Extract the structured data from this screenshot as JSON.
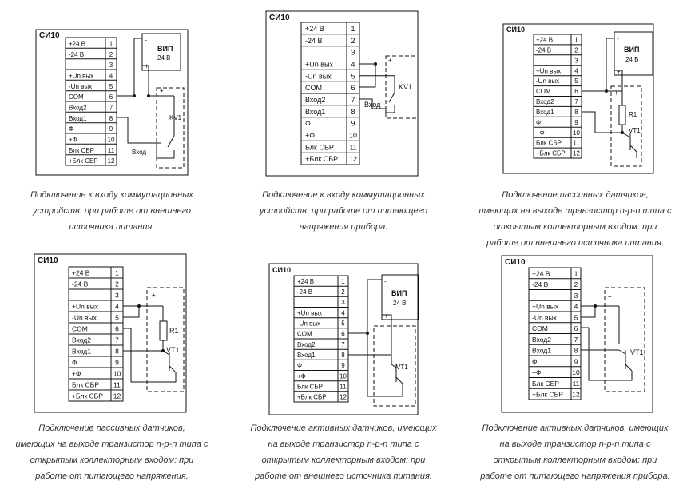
{
  "diagrams": [
    {
      "device": "СИ10",
      "terminals": [
        {
          "label": "+24 В",
          "num": "1"
        },
        {
          "label": "-24 В",
          "num": "2"
        },
        {
          "label": "",
          "num": "3"
        },
        {
          "label": "+Un вых",
          "num": "4"
        },
        {
          "label": "-Un вых",
          "num": "5"
        },
        {
          "label": "COM",
          "num": "6"
        },
        {
          "label": "Вход2",
          "num": "7"
        },
        {
          "label": "Вход1",
          "num": "8"
        },
        {
          "label": "Ф",
          "num": "9"
        },
        {
          "label": "+Ф",
          "num": "10"
        },
        {
          "label": "Блк СБР",
          "num": "11"
        },
        {
          "label": "+Блк СБР",
          "num": "12"
        }
      ],
      "supply_title": "ВИП",
      "supply_voltage": "24 В",
      "element_label": "KV1",
      "input_label": "Вход",
      "caption": [
        "Подключение к входу коммутационных",
        "устройств: при работе от внешнего",
        "источника питания."
      ]
    },
    {
      "device": "СИ10",
      "terminals": [
        {
          "label": "+24 В",
          "num": "1"
        },
        {
          "label": "-24 В",
          "num": "2"
        },
        {
          "label": "",
          "num": "3"
        },
        {
          "label": "+Un вых",
          "num": "4"
        },
        {
          "label": "-Un вых",
          "num": "5"
        },
        {
          "label": "COM",
          "num": "6"
        },
        {
          "label": "Вход2",
          "num": "7"
        },
        {
          "label": "Вход1",
          "num": "8"
        },
        {
          "label": "Ф",
          "num": "9"
        },
        {
          "label": "+Ф",
          "num": "10"
        },
        {
          "label": "Блк СБР",
          "num": "11"
        },
        {
          "label": "+Блк СБР",
          "num": "12"
        }
      ],
      "element_label": "KV1",
      "input_label": "Вход",
      "caption": [
        "Подключение к входу коммутационных",
        "устройств: при работе от питающего",
        "напряжения прибора."
      ]
    },
    {
      "device": "СИ10",
      "terminals": [
        {
          "label": "+24 В",
          "num": "1"
        },
        {
          "label": "-24 В",
          "num": "2"
        },
        {
          "label": "",
          "num": "3"
        },
        {
          "label": "+Un вых",
          "num": "4"
        },
        {
          "label": "-Un вых",
          "num": "5"
        },
        {
          "label": "COM",
          "num": "6"
        },
        {
          "label": "Вход2",
          "num": "7"
        },
        {
          "label": "Вход1",
          "num": "8"
        },
        {
          "label": "Ф",
          "num": "9"
        },
        {
          "label": "+Ф",
          "num": "10"
        },
        {
          "label": "Блк СБР",
          "num": "11"
        },
        {
          "label": "+Блк СБР",
          "num": "12"
        }
      ],
      "supply_title": "ВИП",
      "supply_voltage": "24 В",
      "resistor_label": "R1",
      "transistor_label": "VT1",
      "caption": [
        "Подключение пассивных датчиков,",
        "имеющих на выходе транзистор n-p-n типа с",
        "открытым коллекторным входом: при",
        "работе от внешнего источника питания."
      ]
    },
    {
      "device": "СИ10",
      "terminals": [
        {
          "label": "+24 В",
          "num": "1"
        },
        {
          "label": "-24 В",
          "num": "2"
        },
        {
          "label": "",
          "num": "3"
        },
        {
          "label": "+Un вых",
          "num": "4"
        },
        {
          "label": "-Un вых",
          "num": "5"
        },
        {
          "label": "COM",
          "num": "6"
        },
        {
          "label": "Вход2",
          "num": "7"
        },
        {
          "label": "Вход1",
          "num": "8"
        },
        {
          "label": "Ф",
          "num": "9"
        },
        {
          "label": "+Ф",
          "num": "10"
        },
        {
          "label": "Блк СБР",
          "num": "11"
        },
        {
          "label": "+Блк СБР",
          "num": "12"
        }
      ],
      "resistor_label": "R1",
      "transistor_label": "VT1",
      "caption": [
        "Подключение пассивных датчиков,",
        "имеющих на выходе транзистор n-p-n типа с",
        "открытым коллекторным входом: при",
        "работе от питающего напряжения."
      ]
    },
    {
      "device": "СИ10",
      "terminals": [
        {
          "label": "+24 В",
          "num": "1"
        },
        {
          "label": "-24 В",
          "num": "2"
        },
        {
          "label": "",
          "num": "3"
        },
        {
          "label": "+Un вых",
          "num": "4"
        },
        {
          "label": "-Un вых",
          "num": "5"
        },
        {
          "label": "COM",
          "num": "6"
        },
        {
          "label": "Вход2",
          "num": "7"
        },
        {
          "label": "Вход1",
          "num": "8"
        },
        {
          "label": "Ф",
          "num": "9"
        },
        {
          "label": "+Ф",
          "num": "10"
        },
        {
          "label": "Блк СБР",
          "num": "11"
        },
        {
          "label": "+Блк СБР",
          "num": "12"
        }
      ],
      "supply_title": "ВИП",
      "supply_voltage": "24 В",
      "transistor_label": "VT1",
      "caption": [
        "Подключение активных датчиков, имеющих",
        "на выходе транзистор n-p-n типа с",
        "открытым коллекторным входом: при",
        "работе от внешнего источника питания."
      ]
    },
    {
      "device": "СИ10",
      "terminals": [
        {
          "label": "+24 В",
          "num": "1"
        },
        {
          "label": "-24 В",
          "num": "2"
        },
        {
          "label": "",
          "num": "3"
        },
        {
          "label": "+Un вых",
          "num": "4"
        },
        {
          "label": "-Un вых",
          "num": "5"
        },
        {
          "label": "COM",
          "num": "6"
        },
        {
          "label": "Вход2",
          "num": "7"
        },
        {
          "label": "Вход1",
          "num": "8"
        },
        {
          "label": "Ф",
          "num": "9"
        },
        {
          "label": "+Ф",
          "num": "10"
        },
        {
          "label": "Блк СБР",
          "num": "11"
        },
        {
          "label": "+Блк СБР",
          "num": "12"
        }
      ],
      "transistor_label": "VT1",
      "caption": [
        "Подключение активных датчиков, имеющих",
        "на выходе транзистор n-p-n типа с",
        "открытым коллекторным входом: при",
        "работе от питающего напряжения прибора."
      ]
    }
  ]
}
